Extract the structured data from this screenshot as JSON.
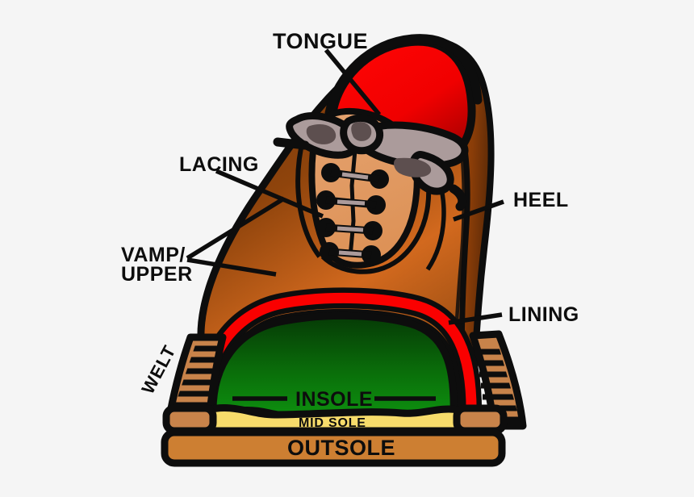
{
  "diagram": {
    "title": "Shoe anatomy cutaway diagram",
    "background_color": "#f5f5f5",
    "ink_color": "#0d0d0d"
  },
  "labels": {
    "tongue": "TONGUE",
    "lacing": "LACING",
    "vamp_line1": "VAMP/",
    "vamp_line2": "UPPER",
    "heel": "HEEL",
    "lining": "LINING",
    "welt": "WELT",
    "insole": "INSOLE",
    "midsole": "MID SOLE",
    "outsole": "OUTSOLE"
  },
  "colors": {
    "background": "#f5f5f5",
    "ink": "#0d0d0d",
    "upper_dark_brown": "#5e2b07",
    "upper_light_brown": "#d2691e",
    "upper_mid_brown": "#9c4a0d",
    "quarter_tan": "#e09a62",
    "tongue_red": "#f50000",
    "tongue_dark_red": "#b00000",
    "lining_red": "#fa0000",
    "insole_dark_green": "#0a3d0a",
    "insole_green": "#0b8a0b",
    "midsole_yellow": "#f7dc6b",
    "outsole_brown": "#cd7f32",
    "welt_brown": "#c8834a",
    "lace_gray": "#ab9b9b",
    "lace_dark_gray": "#5d4f4f"
  },
  "parts": [
    {
      "name": "tongue",
      "label": "TONGUE",
      "color": "#f50000",
      "description": "red padded flap under the lacing at the shoe opening"
    },
    {
      "name": "lacing",
      "label": "LACING",
      "color": "#ab9b9b",
      "description": "gray laces threaded through eight black eyelets"
    },
    {
      "name": "vamp-upper",
      "label": "VAMP/UPPER",
      "color": "#9c4a0d",
      "description": "brown leather forepart and body of the shoe"
    },
    {
      "name": "heel",
      "label": "HEEL",
      "color": "#5e2b07",
      "description": "rear counter of the shoe"
    },
    {
      "name": "lining",
      "label": "LINING",
      "color": "#fa0000",
      "description": "red inner lining arch following the inside of the upper"
    },
    {
      "name": "welt",
      "label": "WELT",
      "color": "#c8834a",
      "description": "stitched band joining upper to sole"
    },
    {
      "name": "insole",
      "label": "INSOLE",
      "color": "#0b8a0b",
      "description": "green inner sole the foot rests on"
    },
    {
      "name": "midsole",
      "label": "MID SOLE",
      "color": "#f7dc6b",
      "description": "yellow cushioning layer between insole and outsole"
    },
    {
      "name": "outsole",
      "label": "OUTSOLE",
      "color": "#cd7f32",
      "description": "brown ground-contact bottom layer"
    }
  ],
  "eyelet_count": 8,
  "welt_stitch_count": 9
}
